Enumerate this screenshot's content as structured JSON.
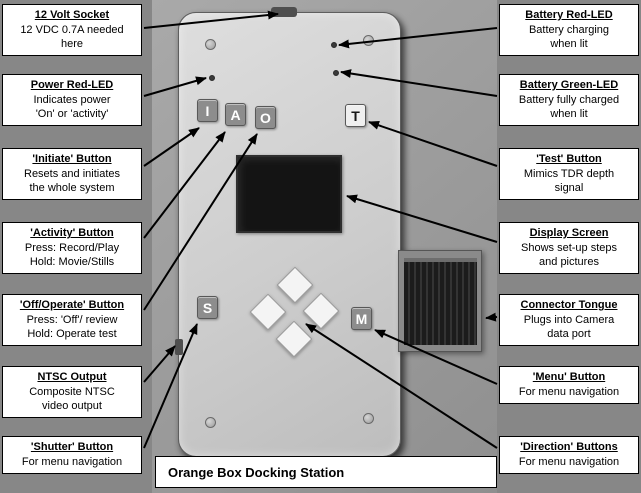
{
  "caption": "Orange Box Docking Station",
  "device": {
    "buttons": {
      "initiate": "I",
      "activity": "A",
      "off": "O",
      "test": "T",
      "shutter": "S",
      "menu": "M"
    }
  },
  "callouts_left": [
    {
      "title": "12 Volt Socket",
      "lines": [
        "12 VDC 0.7A needed",
        "here"
      ]
    },
    {
      "title": "Power Red-LED",
      "lines": [
        "Indicates power",
        "'On' or 'activity'"
      ]
    },
    {
      "title": "'Initiate' Button",
      "lines": [
        "Resets and initiates",
        "the whole system"
      ]
    },
    {
      "title": "'Activity' Button",
      "lines": [
        "Press: Record/Play",
        "Hold: Movie/Stills"
      ]
    },
    {
      "title": "'Off/Operate' Button",
      "lines": [
        "Press: 'Off'/ review",
        "Hold: Operate test"
      ]
    },
    {
      "title": "NTSC Output",
      "lines": [
        "Composite NTSC",
        "video output"
      ]
    },
    {
      "title": "'Shutter' Button",
      "lines": [
        "For menu navigation"
      ]
    }
  ],
  "callouts_right": [
    {
      "title": "Battery Red-LED",
      "lines": [
        "Battery charging",
        "when lit"
      ]
    },
    {
      "title": "Battery Green-LED",
      "lines": [
        "Battery fully charged",
        "when lit"
      ]
    },
    {
      "title": "'Test' Button",
      "lines": [
        "Mimics TDR depth",
        "signal"
      ]
    },
    {
      "title": "Display Screen",
      "lines": [
        "Shows set-up steps",
        "and pictures"
      ]
    },
    {
      "title": "Connector Tongue",
      "lines": [
        "Plugs into Camera",
        "data port"
      ]
    },
    {
      "title": "'Menu' Button",
      "lines": [
        "For menu navigation"
      ]
    },
    {
      "title": "'Direction' Buttons",
      "lines": [
        "For menu navigation"
      ]
    }
  ]
}
